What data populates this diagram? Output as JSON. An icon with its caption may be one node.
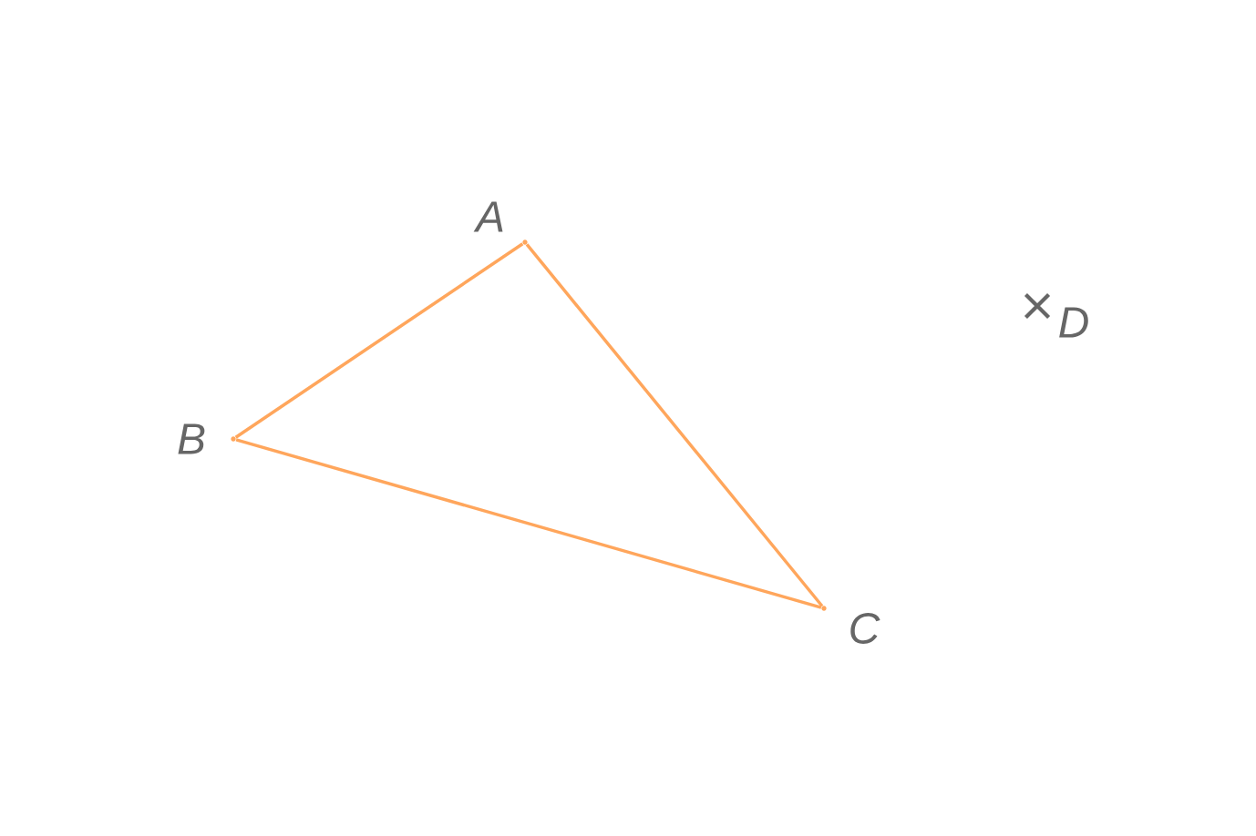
{
  "diagram": {
    "nodes": [
      {
        "text": [],
        "shape": "point",
        "beside": [
          "A"
        ]
      },
      {
        "text": [],
        "shape": "point",
        "beside": [
          "B"
        ]
      },
      {
        "text": [],
        "shape": "point",
        "beside": [
          "C"
        ]
      },
      {
        "text": [],
        "shape": "cross",
        "beside": [
          "D"
        ]
      }
    ],
    "edges": [
      {
        "from": 0,
        "to": 1,
        "arrow": "none"
      },
      {
        "from": 1,
        "to": 2,
        "arrow": "none"
      },
      {
        "from": 2,
        "to": 0,
        "arrow": "none"
      }
    ]
  }
}
